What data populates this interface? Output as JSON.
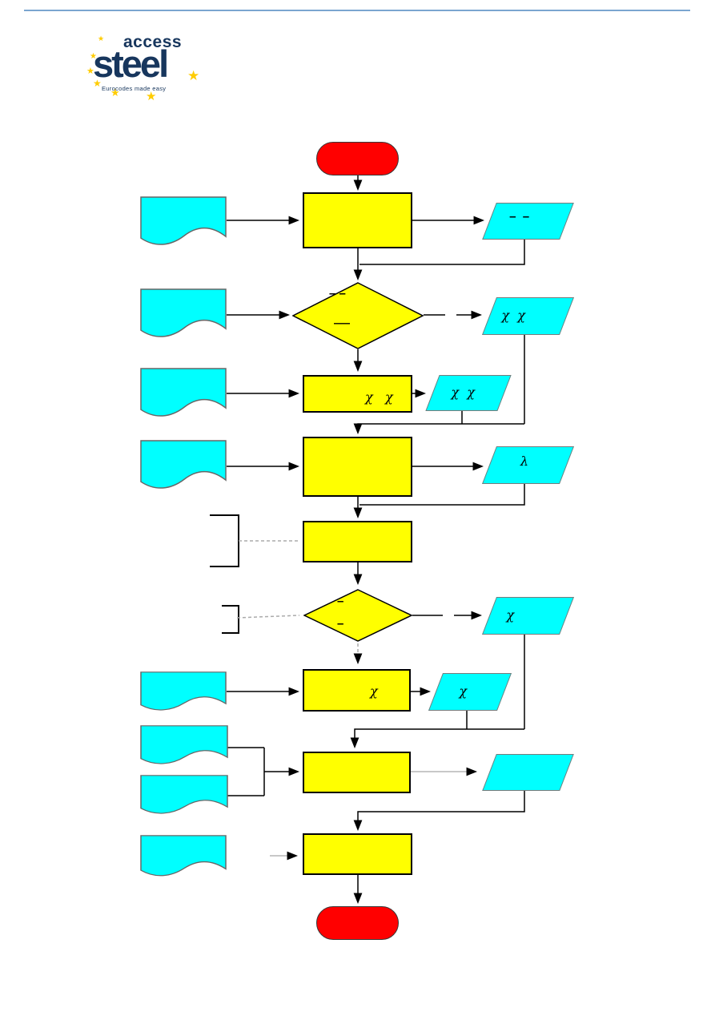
{
  "logo": {
    "access": "access",
    "steel": "steel",
    "tagline": "Eurocodes made easy",
    "star_glyph": "★"
  },
  "flowchart": {
    "start_label": "",
    "io1_label": "–  –",
    "decision1_top_marks": "– –",
    "decision1_mid_mark": "—",
    "io2_label": "χ  χ",
    "process3_label": "χ   χ",
    "io3_label": "χ  χ",
    "io4_label": "λ",
    "decision2_top_mark": "–",
    "decision2_mid_mark": "–",
    "io6_label": "χ",
    "process7_label": "χ",
    "io7_label": "χ",
    "io8_label": "",
    "end_label": ""
  }
}
